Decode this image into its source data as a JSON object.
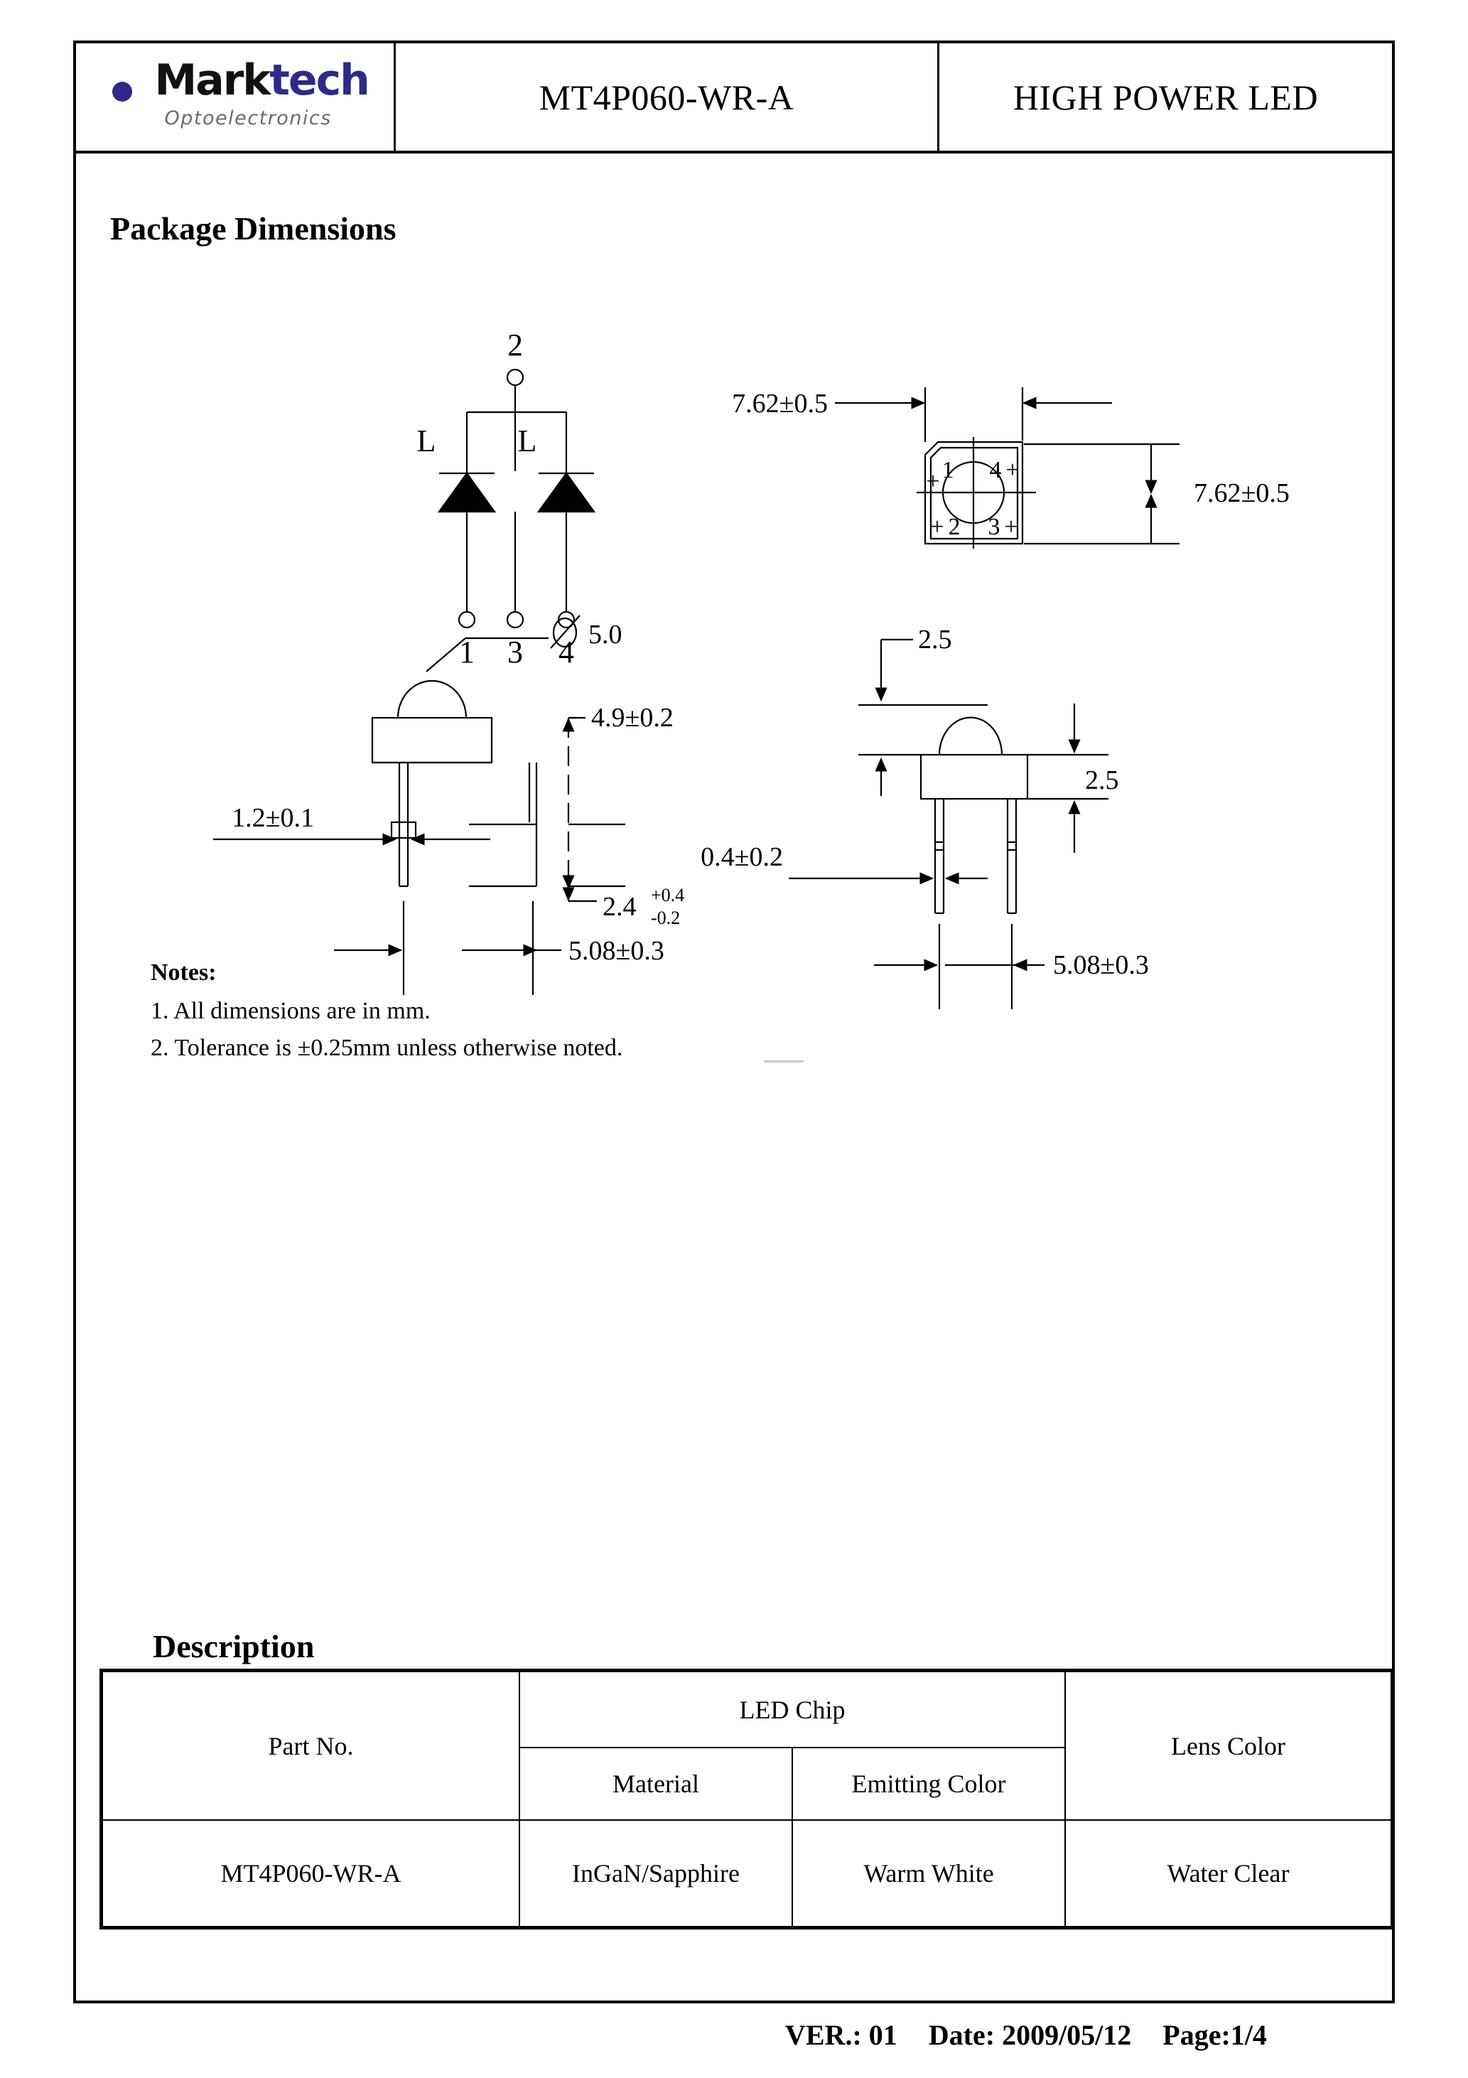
{
  "header": {
    "logo": {
      "brand_dark": "Mark",
      "brand_accent": "tech",
      "tagline": "Optoelectronics",
      "accent_color": "#2e2a86",
      "tagline_color": "#6a6a72"
    },
    "part_number": "MT4P060-WR-A",
    "product_type": "HIGH POWER LED"
  },
  "sections": {
    "package_dimensions_title": "Package Dimensions",
    "description_title": "Description"
  },
  "schematic": {
    "label_anode": "2",
    "label_led_left": "L",
    "label_led_right": "L",
    "pin_1": "1",
    "pin_3": "3",
    "pin_4": "4"
  },
  "footprint": {
    "dim_horizontal": "7.62±0.5",
    "dim_vertical": "7.62±0.5",
    "pad_1": "1",
    "pad_2": "2",
    "pad_3": "3",
    "pad_4": "4",
    "plus_mark": "+"
  },
  "front_view": {
    "lens_diameter": "5.0",
    "diameter_symbol": "⌀",
    "body_height": "4.9±0.2",
    "lead_thickness": "1.2±0.1",
    "seating_height_value": "2.4",
    "seating_height_plus": "+0.4",
    "seating_height_minus": "-0.2",
    "lead_pitch": "5.08±0.3"
  },
  "side_view": {
    "lens_height": "2.5",
    "body_height": "2.5",
    "lead_width": "0.4±0.2",
    "lead_pitch": "5.08±0.3"
  },
  "notes": {
    "title": "Notes:",
    "items": [
      "1. All dimensions are in mm.",
      "2. Tolerance is ±0.25mm unless otherwise noted."
    ]
  },
  "description_table": {
    "headers": {
      "part_no": "Part  No.",
      "led_chip": "LED Chip",
      "material": "Material",
      "emitting_color": "Emitting Color",
      "lens_color": "Lens Color"
    },
    "rows": [
      {
        "part_no": "MT4P060-WR-A",
        "material": "InGaN/Sapphire",
        "emitting_color": "Warm White",
        "lens_color": "Water Clear"
      }
    ]
  },
  "footer": {
    "version": "VER.: 01",
    "date": "Date: 2009/05/12",
    "page": "Page:1/4"
  }
}
